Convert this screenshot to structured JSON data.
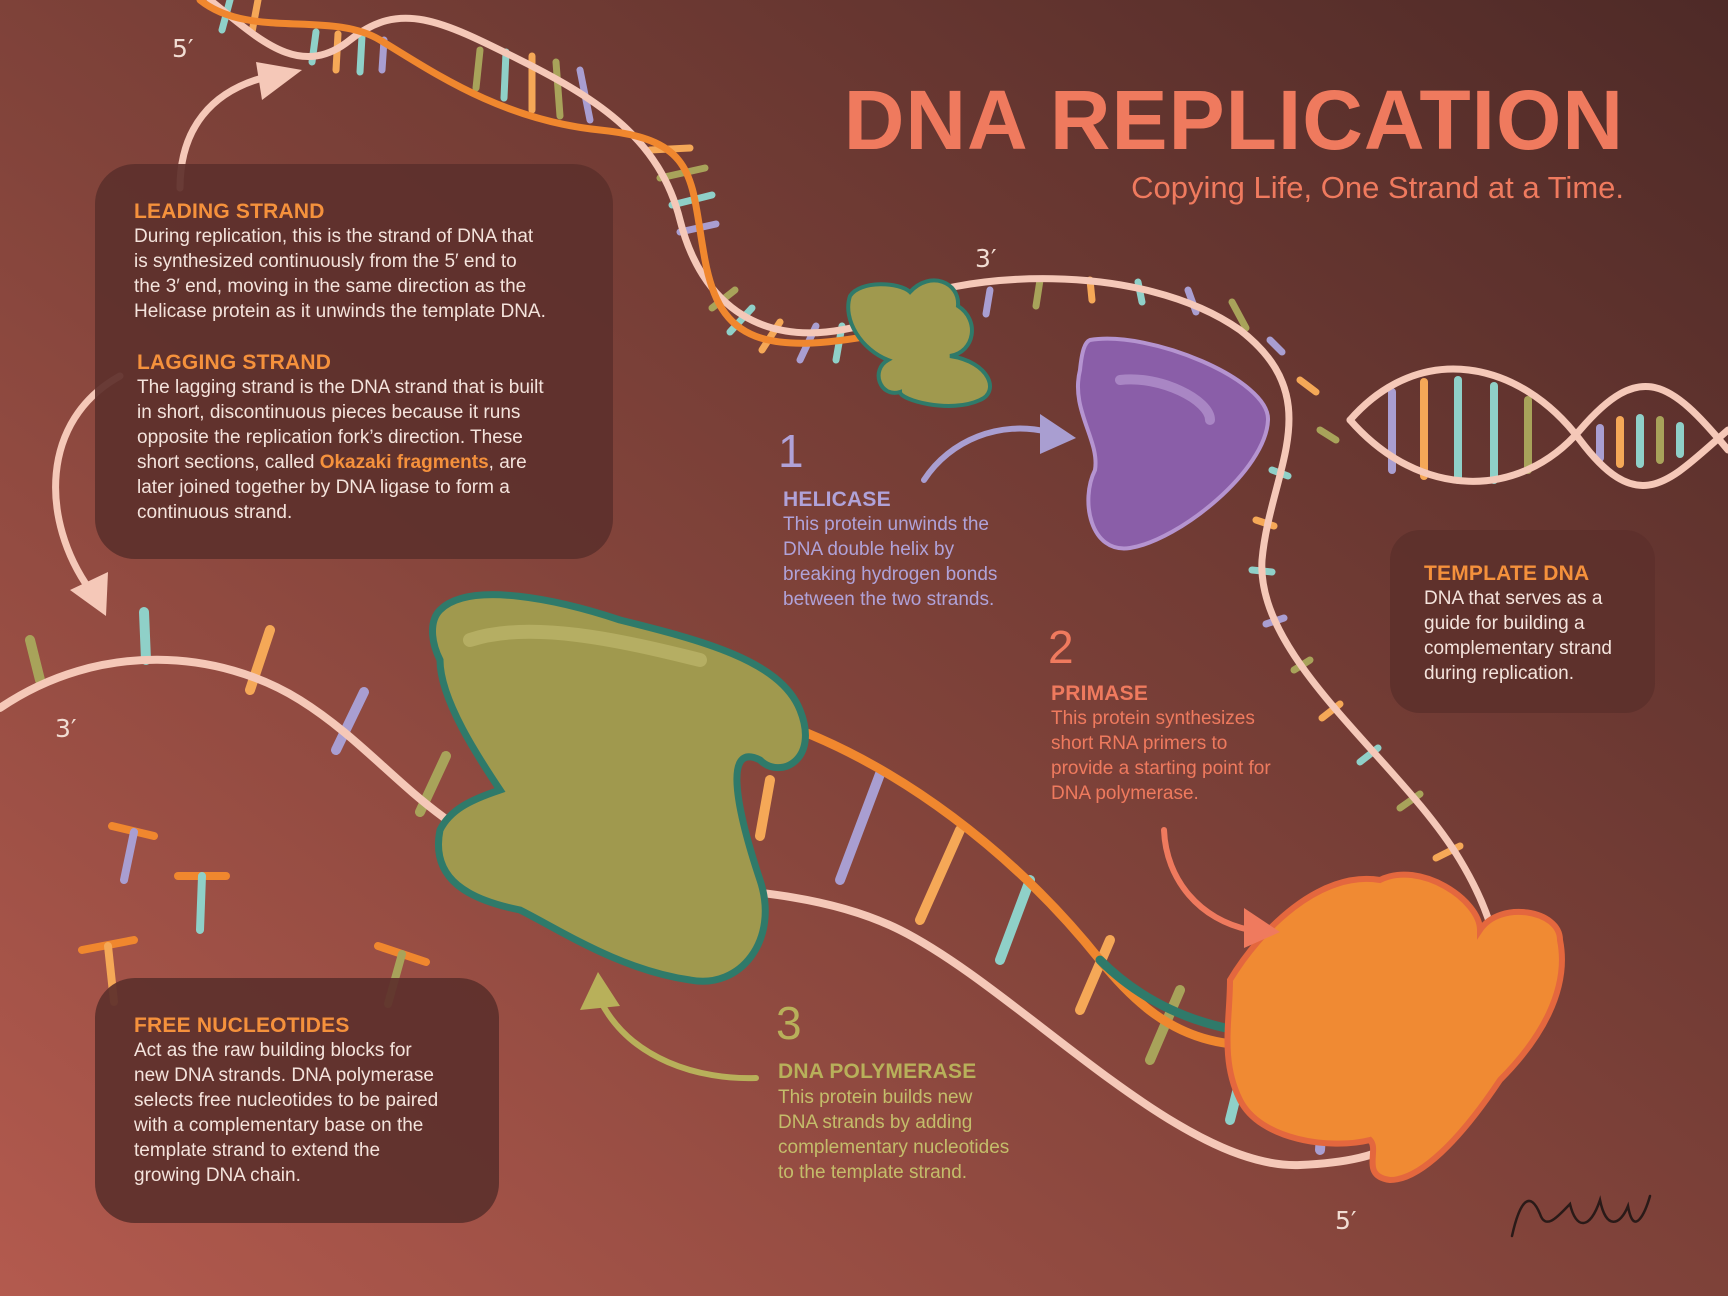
{
  "title": "DNA REPLICATION",
  "subtitle": "Copying Life, One Strand at a Time.",
  "leading": {
    "heading": "LEADING STRAND",
    "lines": [
      "During replication, this is the strand of DNA that",
      "is synthesized continuously from the 5′ end to",
      "the 3′ end, moving in the same direction as the",
      "Helicase protein as it unwinds the template DNA."
    ]
  },
  "lagging": {
    "heading": "LAGGING STRAND",
    "line1": "The lagging strand is the DNA strand that is built",
    "line2": "in short, discontinuous pieces because it runs",
    "line3": "opposite the replication fork’s direction. These",
    "line4_pre": "short sections, called ",
    "line4_hl": "Okazaki fragments",
    "line4_post": ", are",
    "line5": "later joined together by DNA ligase to form a",
    "line6": "continuous strand."
  },
  "helicase": {
    "number": "1",
    "heading": "HELICASE",
    "lines": [
      "This protein unwinds the",
      "DNA double helix by",
      "breaking hydrogen bonds",
      "between the two strands."
    ]
  },
  "primase": {
    "number": "2",
    "heading": "PRIMASE",
    "lines": [
      "This protein synthesizes",
      "short RNA primers to",
      "provide a starting point for",
      "DNA polymerase."
    ]
  },
  "polymerase": {
    "number": "3",
    "heading": "DNA POLYMERASE",
    "lines": [
      "This protein builds new",
      "DNA strands by adding",
      "complementary nucleotides",
      "to the template strand."
    ]
  },
  "template": {
    "heading": "TEMPLATE DNA",
    "lines": [
      "DNA that serves as a",
      "guide for building a",
      "complementary strand",
      "during replication."
    ]
  },
  "nucleotides": {
    "heading": "FREE NUCLEOTIDES",
    "lines": [
      "Act as the raw building blocks for",
      "new DNA strands. DNA polymerase",
      "selects free nucleotides to be paired",
      "with a complementary base on the",
      "template strand to extend the",
      "growing DNA chain."
    ]
  },
  "ends": {
    "top_left": "5′",
    "top_middle": "3′",
    "left": "3′",
    "bottom": "5′"
  },
  "signature": "Ar Wendl",
  "colors": {
    "title": "#ef7a5e",
    "leading_heading": "#f5913c",
    "helicase": "#b0a2d8",
    "primase": "#ef7a5e",
    "polymerase": "#b8b05a",
    "strand_light": "#f5c8b8",
    "strand_orange": "#f0872e",
    "strand_teal": "#2f7a6a"
  }
}
